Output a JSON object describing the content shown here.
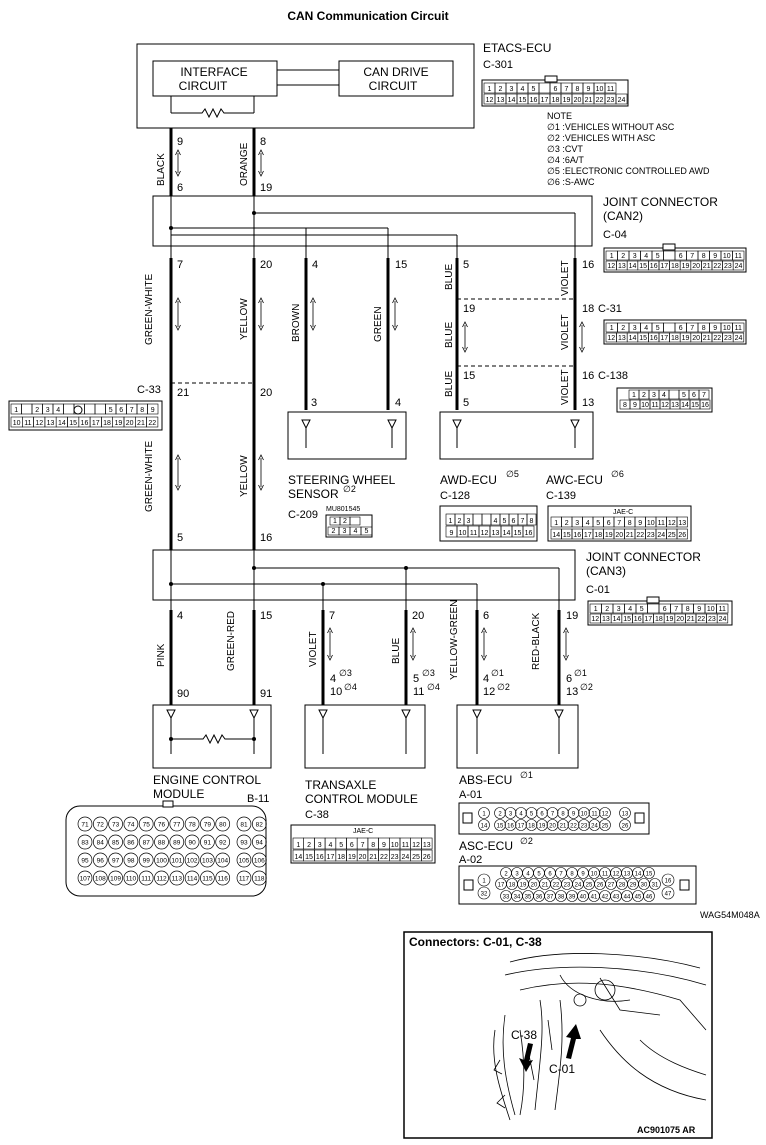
{
  "title": "CAN Communication Circuit",
  "etacs": {
    "name": "ETACS-ECU",
    "connector": "C-301",
    "interface_label": [
      "INTERFACE",
      "CIRCUIT"
    ],
    "can_drive_label": [
      "CAN DRIVE",
      "CIRCUIT"
    ],
    "pins_top": [
      "1",
      "2",
      "3",
      "4",
      "5",
      "",
      "6",
      "7",
      "8",
      "9",
      "10",
      "11"
    ],
    "pins_bottom": [
      "12",
      "13",
      "14",
      "15",
      "16",
      "17",
      "18",
      "19",
      "20",
      "21",
      "22",
      "23",
      "24"
    ]
  },
  "note": {
    "heading": "NOTE",
    "lines": [
      "∅1 :VEHICLES WITHOUT ASC",
      "∅2 :VEHICLES WITH ASC",
      "∅3 :CVT",
      "∅4 :6A/T",
      "∅5 :ELECTRONIC CONTROLLED AWD",
      "∅6 :S-AWC"
    ]
  },
  "joint_can2": {
    "name": "JOINT CONNECTOR",
    "sub": "(CAN2)",
    "connector": "C-04"
  },
  "joint_can3": {
    "name": "JOINT CONNECTOR",
    "sub": "(CAN3)",
    "connector": "C-01"
  },
  "connectors": {
    "c31": "C-31",
    "c138": "C-138",
    "c33": "C-33",
    "c128": "C-128",
    "c139": "C-139",
    "c209": "C-209",
    "c209_part": "MU801545",
    "b11": "B-11",
    "c38": "C-38",
    "a01": "A-01",
    "a02": "A-02",
    "jae": "JAE-C"
  },
  "wires": {
    "etacs_pins": {
      "black_top": "9",
      "black_bot": "6",
      "orange_top": "8",
      "orange_bot": "19"
    },
    "colors": {
      "black": "BLACK",
      "orange": "ORANGE",
      "green_white": "GREEN-WHITE",
      "yellow": "YELLOW",
      "brown": "BROWN",
      "green": "GREEN",
      "blue": "BLUE",
      "violet": "VIOLET",
      "pink": "PINK",
      "green_red": "GREEN-RED",
      "yellow_green": "YELLOW-GREEN",
      "red_black": "RED-BLACK"
    },
    "can2_pins": [
      "7",
      "20",
      "4",
      "15",
      "5",
      "16"
    ],
    "c31_pins": [
      "19",
      "18"
    ],
    "c138_pins": [
      "15",
      "16"
    ],
    "c33_pins": [
      "21",
      "20"
    ],
    "sensor_pins": [
      "3",
      "4"
    ],
    "awd_pins": [
      "5",
      "13"
    ],
    "can3_top_pins": [
      "5",
      "16"
    ],
    "can3_bot_pins": [
      "4",
      "15",
      "7",
      "20",
      "6",
      "19"
    ],
    "ecm_pins": [
      "90",
      "91"
    ],
    "tcm_pins": [
      [
        "4",
        "∅3"
      ],
      [
        "10",
        "∅4"
      ],
      [
        "5",
        "∅3"
      ],
      [
        "11",
        "∅4"
      ]
    ],
    "abs_pins": [
      [
        "4",
        "∅1"
      ],
      [
        "12",
        "∅2"
      ],
      [
        "6",
        "∅1"
      ],
      [
        "13",
        "∅2"
      ]
    ]
  },
  "components": {
    "steering": [
      "STEERING WHEEL",
      "SENSOR"
    ],
    "steering_star": "∅2",
    "awd": "AWD-ECU",
    "awd_star": "∅5",
    "awc": "AWC-ECU",
    "awc_star": "∅6",
    "ecm": [
      "ENGINE CONTROL",
      "MODULE"
    ],
    "tcm": [
      "TRANSAXLE",
      "CONTROL MODULE"
    ],
    "abs": "ABS-ECU",
    "abs_star": "∅1",
    "asc": "ASC-ECU",
    "asc_star": "∅2"
  },
  "ecm_pins": [
    [
      "71",
      "72",
      "73",
      "74",
      "75",
      "76",
      "77",
      "78",
      "79",
      "80",
      "81",
      "82"
    ],
    [
      "83",
      "84",
      "85",
      "86",
      "87",
      "88",
      "89",
      "90",
      "91",
      "92",
      "93",
      "94"
    ],
    [
      "95",
      "96",
      "97",
      "98",
      "99",
      "100",
      "101",
      "102",
      "103",
      "104",
      "105",
      "106"
    ],
    [
      "107",
      "108",
      "109",
      "110",
      "111",
      "112",
      "113",
      "114",
      "115",
      "116",
      "117",
      "118"
    ]
  ],
  "diagram_code": "WAG54M048A",
  "inset": {
    "title": "Connectors: C-01, C-38",
    "label_c38": "C-38",
    "label_c01": "C-01",
    "code": "AC901075 AR"
  }
}
